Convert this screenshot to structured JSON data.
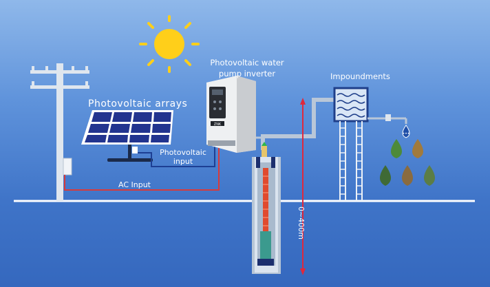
{
  "labels": {
    "photovoltaic_arrays": "Photovoltaic arrays",
    "inverter": "Photovoltaic water pump inverter",
    "impoundments": "Impoundments",
    "photovoltaic_input": "Photovoltaic input",
    "ac_input": "AC Input",
    "depth": "0~400m"
  },
  "inverter_display": "ZNK",
  "colors": {
    "pv_wire": "#1d3f93",
    "ac_wire": "#d93a3a",
    "pipe": "#b9c7d8",
    "depth_arrow": "#e0283c",
    "panel": "#22348f",
    "sun": "#ffcf1a"
  },
  "icons": [
    "sun-icon",
    "utility-pole-icon",
    "solar-panel-icon",
    "inverter-icon",
    "submersible-pump-icon",
    "water-tank-icon",
    "water-drop-icon"
  ]
}
